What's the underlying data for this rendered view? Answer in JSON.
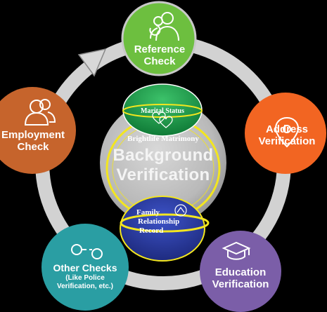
{
  "center": {
    "brand": "Brightlife Matrimony",
    "title_line1": "Background",
    "title_line2": "Verification"
  },
  "inner": {
    "top_label": "Marital Status",
    "bottom_line1": "Family",
    "bottom_line2": "Relationship",
    "bottom_line3": "Record"
  },
  "nodes": [
    {
      "id": "reference",
      "line1": "Reference",
      "line2": "Check",
      "color": "#6dbf3f",
      "icon": "users-refresh-icon"
    },
    {
      "id": "address",
      "line1": "Address",
      "line2": "Verification",
      "color": "#f26522",
      "icon": "location-pin-icon"
    },
    {
      "id": "education",
      "line1": "Education",
      "line2": "Verification",
      "color": "#7b5ea8",
      "icon": "graduation-cap-icon"
    },
    {
      "id": "other",
      "line1": "Other Checks",
      "line2": "(Like Police",
      "line3": "Verification, etc.)",
      "color": "#2a9ea3",
      "icon": "handcuffs-icon"
    },
    {
      "id": "employment",
      "line1": "Employment",
      "line2": "Check",
      "color": "#c6642c",
      "icon": "users-icon"
    }
  ],
  "colors": {
    "ring": "#cfcfcf",
    "center": "#bdbdbd",
    "yellow": "#f3e61f",
    "green": "#1aa24a",
    "blue": "#2d3fa8"
  }
}
